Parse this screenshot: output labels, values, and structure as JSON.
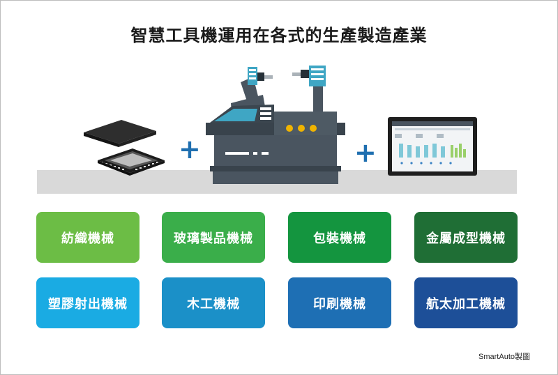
{
  "title": "智慧工具機運用在各式的生產製造產業",
  "operators": {
    "plus1": "+",
    "plus2": "+"
  },
  "industries": {
    "row1": [
      {
        "label": "紡織機械",
        "color": "#6cbd45"
      },
      {
        "label": "玻璃製品機械",
        "color": "#3aae4a"
      },
      {
        "label": "包裝機械",
        "color": "#14953f"
      },
      {
        "label": "金屬成型機械",
        "color": "#1f6e35"
      }
    ],
    "row2": [
      {
        "label": "塑膠射出機械",
        "color": "#1aabe3"
      },
      {
        "label": "木工機械",
        "color": "#1b90c8"
      },
      {
        "label": "印刷機械",
        "color": "#1e6fb4"
      },
      {
        "label": "航太加工機械",
        "color": "#1d4f98"
      }
    ]
  },
  "icons": [
    "chip-icon",
    "machine-tool-icon",
    "touch-panel-icon"
  ],
  "credit": "SmartAuto製圖"
}
